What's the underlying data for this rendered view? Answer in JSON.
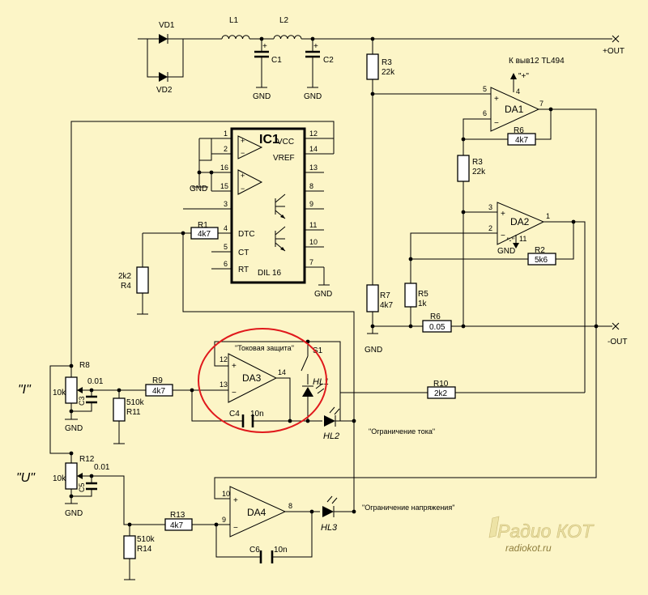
{
  "schematic": {
    "top": {
      "vd1": "VD1",
      "vd2": "VD2",
      "l1": "L1",
      "l2": "L2",
      "c1": "C1",
      "c2": "C2",
      "gnd": "GND",
      "out_plus": "+OUT",
      "r3_top": "R3",
      "r3_top_val": "22k",
      "note": "К выв12 TL494"
    },
    "da1": {
      "name": "DA1",
      "plus": "\"+\"",
      "p4": "4",
      "p5": "5",
      "p6": "6",
      "p7": "7",
      "r6": "R6",
      "r6_val": "4k7"
    },
    "ic1": {
      "name": "IC1",
      "model": "DIL 16",
      "vcc": "VCC",
      "vref": "VREF",
      "dtc": "DTC",
      "ct": "CT",
      "rt": "RT",
      "pins_left": [
        "1",
        "2",
        "16",
        "15",
        "3",
        "4",
        "5",
        "6"
      ],
      "pins_right": [
        "12",
        "14",
        "13",
        "8",
        "9",
        "11",
        "10",
        "7"
      ],
      "gnd": "GND"
    },
    "da2": {
      "name": "DA2",
      "p1": "1",
      "p2": "2",
      "p3": "3",
      "p11": "11",
      "minus": "\"-\"",
      "gnd": "GND",
      "r3": "R3",
      "r3_val": "22k",
      "r2": "R2",
      "r2_val": "5k6"
    },
    "middle": {
      "r1": "R1",
      "r1_val": "4k7",
      "r4": "R4",
      "r4_val": "2k2",
      "r7": "R7",
      "r7_val": "4k7",
      "r5": "R5",
      "r5_val": "1k",
      "r6": "R6",
      "r6_val": "0.05",
      "gnd": "GND",
      "out_minus": "-OUT"
    },
    "current": {
      "label": "\"I\"",
      "r8": "R8",
      "r8_val": "10k",
      "c3_val": "0.01",
      "c3": "C3",
      "r9": "R9",
      "r9_val": "4k7",
      "r11_val": "510k",
      "r11": "R11",
      "gnd": "GND",
      "da3": "DA3",
      "p12": "12",
      "p13": "13",
      "p14": "14",
      "c4": "C4",
      "c4_val": "10n",
      "protect": "\"Токовая защита\"",
      "s1": "S1",
      "hl1": "HL1",
      "hl2": "HL2",
      "r10": "R10",
      "r10_val": "2k2",
      "limit_current": "\"Ограничение тока\""
    },
    "voltage": {
      "label": "\"U\"",
      "r12": "R12",
      "r12_val": "10k",
      "c5_val": "0.01",
      "c5": "C5",
      "gnd": "GND",
      "r13": "R13",
      "r13_val": "4k7",
      "r14_val": "510k",
      "r14": "R14",
      "da4": "DA4",
      "p8": "8",
      "p9": "9",
      "p10": "10",
      "c6": "C6",
      "c6_val": "10n",
      "hl3": "HL3",
      "limit_voltage": "\"Ограничение напряжения\""
    },
    "watermark": {
      "brand": "Радио КОТ",
      "site": "radiokot.ru"
    }
  }
}
